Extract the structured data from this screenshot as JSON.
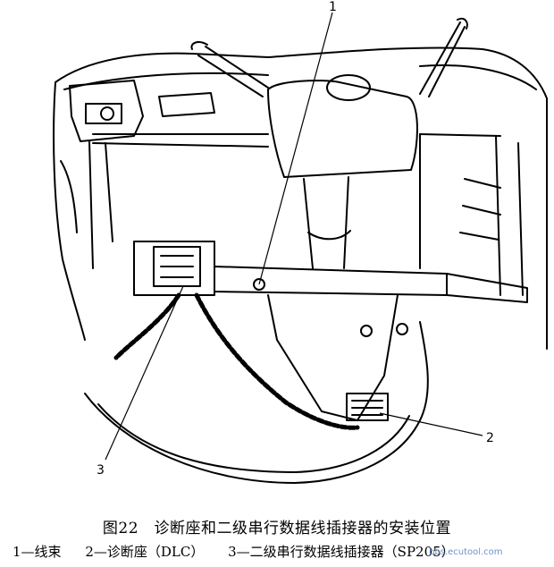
{
  "figure": {
    "callouts": [
      {
        "number": "1"
      },
      {
        "number": "2"
      },
      {
        "number": "3"
      }
    ]
  },
  "caption": {
    "title": "图22　诊断座和二级串行数据线插接器的安装位置"
  },
  "legend": {
    "items": [
      {
        "label": "1—线束"
      },
      {
        "label": "2—诊断座（DLC）"
      },
      {
        "label": "3—二级串行数据线插接器（SP205）"
      }
    ]
  },
  "watermark": {
    "text": "bbs.ecutool.com"
  }
}
